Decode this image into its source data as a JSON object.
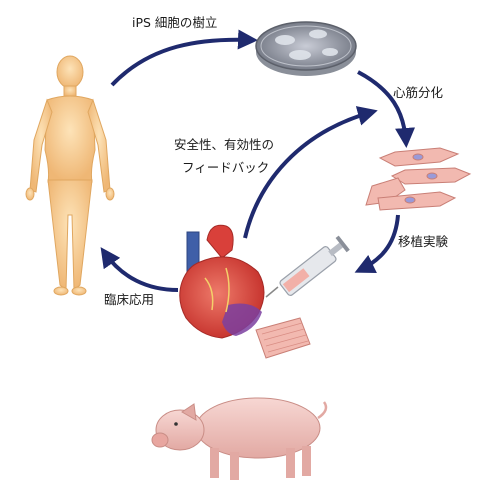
{
  "labels": {
    "ips_establishment": "iPS 細胞の樹立",
    "cardiomyocyte_differentiation": "心筋分化",
    "feedback_line1": "安全性、有効性の",
    "feedback_line2": "フィードバック",
    "transplant_experiment": "移植実験",
    "clinical_application": "臨床応用"
  },
  "colors": {
    "arrow": "#1f2a6e",
    "skin": "#f6cb8e",
    "skin_edge": "#e0a760",
    "cell_fill": "#f2b9b0",
    "cell_nucleus": "#9a9ad8",
    "heart_red": "#d9403a",
    "heart_blue": "#3f5fa8",
    "infarct": "#7b3fa0",
    "pig": "#f2c6c2"
  },
  "icons": {
    "human": "human-figure-icon",
    "dish": "petri-dish-icon",
    "cells": "cardiomyocyte-cells-icon",
    "heart": "heart-icon",
    "syringe": "syringe-icon",
    "sheet": "cell-sheet-icon",
    "pig": "pig-icon"
  }
}
